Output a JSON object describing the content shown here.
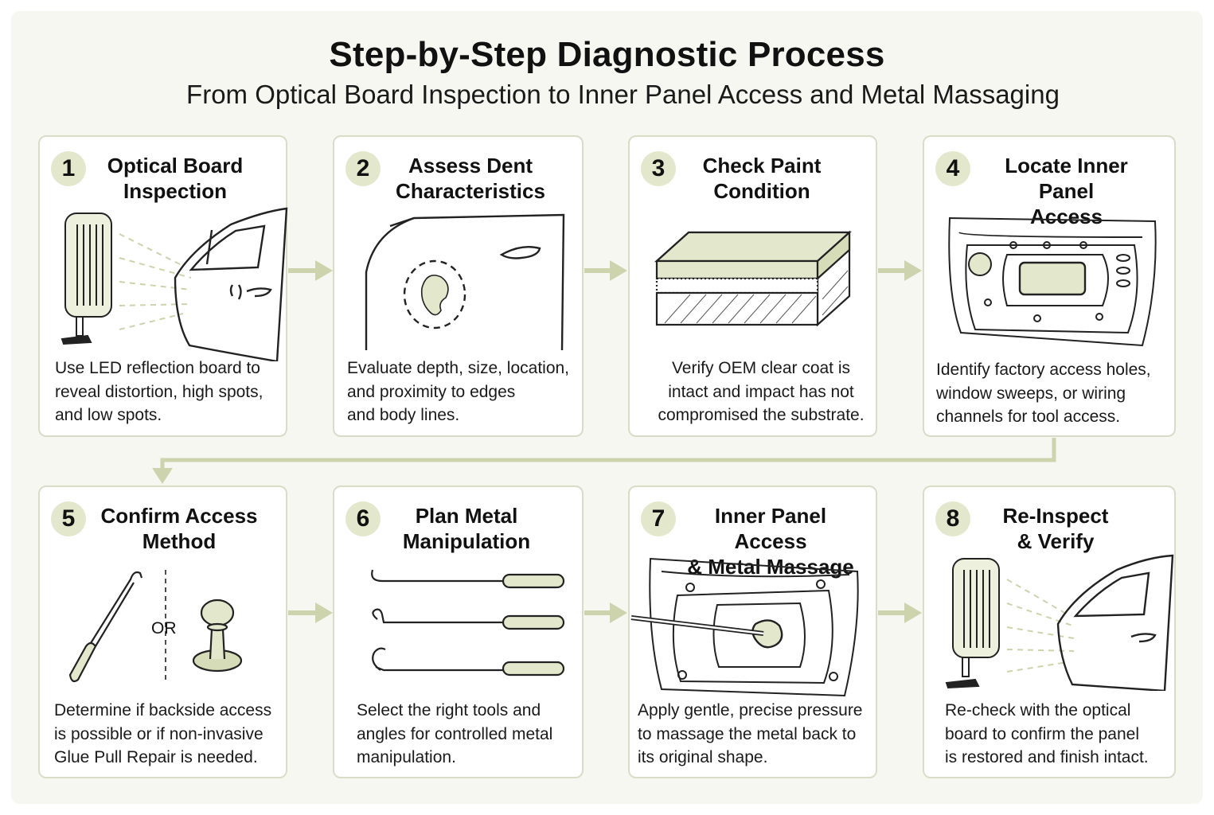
{
  "header": {
    "title": "Step-by-Step Diagnostic Process",
    "subtitle": "From Optical Board Inspection to Inner Panel Access and Metal Massaging"
  },
  "steps": [
    {
      "number": "1",
      "title": "Optical Board\nInspection",
      "description": "Use LED reflection board to\nreveal distortion, high spots,\nand low spots."
    },
    {
      "number": "2",
      "title": "Assess Dent\nCharacteristics",
      "description": "Evaluate depth, size, location,\n  and proximity to edges\n  and body lines."
    },
    {
      "number": "3",
      "title": "Check Paint\nCondition",
      "description": "Verify OEM clear coat is\nintact and impact has not\ncompromised the substrate."
    },
    {
      "number": "4",
      "title": "Locate Inner Panel\nAccess",
      "description": "Identify factory access holes,\n window sweeps, or wiring\n channels for tool access."
    },
    {
      "number": "5",
      "title": "Confirm Access\nMethod",
      "description": "Determine if backside access\nis possible or if non-invasive\nGlue Pull Repair is needed.",
      "or_label": "OR"
    },
    {
      "number": "6",
      "title": "Plan Metal\nManipulation",
      "description": "Select the right tools and\nangles for controlled metal\nmanipulation."
    },
    {
      "number": "7",
      "title": "Inner Panel Access\n& Metal Massage",
      "description": "Apply gentle, precise pressure\nto massage the metal back to\nits original shape."
    },
    {
      "number": "8",
      "title": "Re-Inspect\n& Verify",
      "description": "Re-check with the optical\nboard to confirm the panel\nis restored and finish intact."
    }
  ],
  "colors": {
    "accent_fill": "#e3e7cc",
    "arrow": "#cdd3ad",
    "card_border": "#d9dcc7",
    "line": "#222222"
  },
  "icons": [
    "led-board-icon",
    "car-door-icon",
    "dent-door-icon",
    "paint-layers-icon",
    "inner-panel-icon",
    "dent-rod-icon",
    "glue-tab-icon",
    "pdr-tools-icon",
    "rod-in-panel-icon"
  ]
}
